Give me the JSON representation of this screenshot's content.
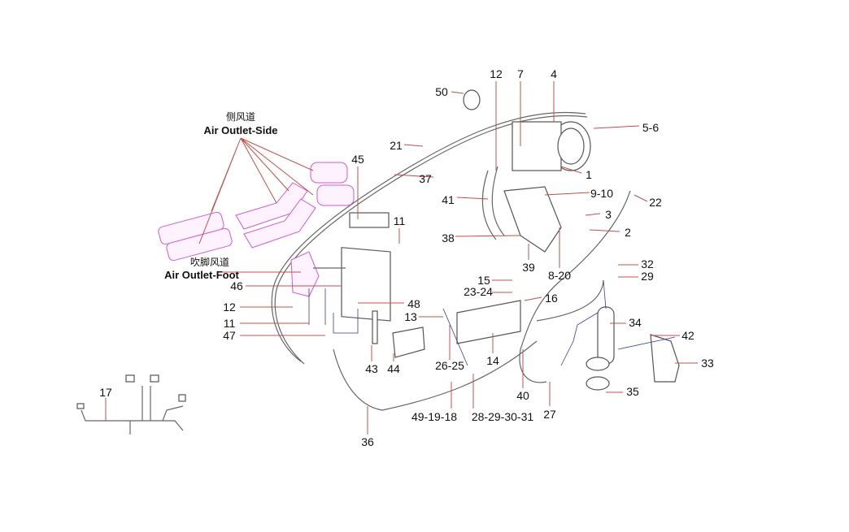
{
  "captions": {
    "side_zh": "侧风道",
    "side_en": "Air Outlet-Side",
    "foot_zh": "吹脚风道",
    "foot_en": "Air Outlet-Foot"
  },
  "callouts": [
    "12",
    "7",
    "4",
    "50",
    "5-6",
    "21",
    "45",
    "37",
    "1",
    "41",
    "9-10",
    "22",
    "11",
    "3",
    "2",
    "38",
    "39",
    "8-20",
    "32",
    "29",
    "46",
    "15",
    "23-24",
    "16",
    "48",
    "12",
    "13",
    "34",
    "11",
    "47",
    "42",
    "14",
    "33",
    "26-25",
    "43",
    "44",
    "40",
    "35",
    "17",
    "27",
    "49-19-18",
    "28-29-30-31",
    "36"
  ],
  "colors": {
    "leader": "#c0504d",
    "duct": "#d05ad0",
    "hose": "#3a3aa0"
  }
}
